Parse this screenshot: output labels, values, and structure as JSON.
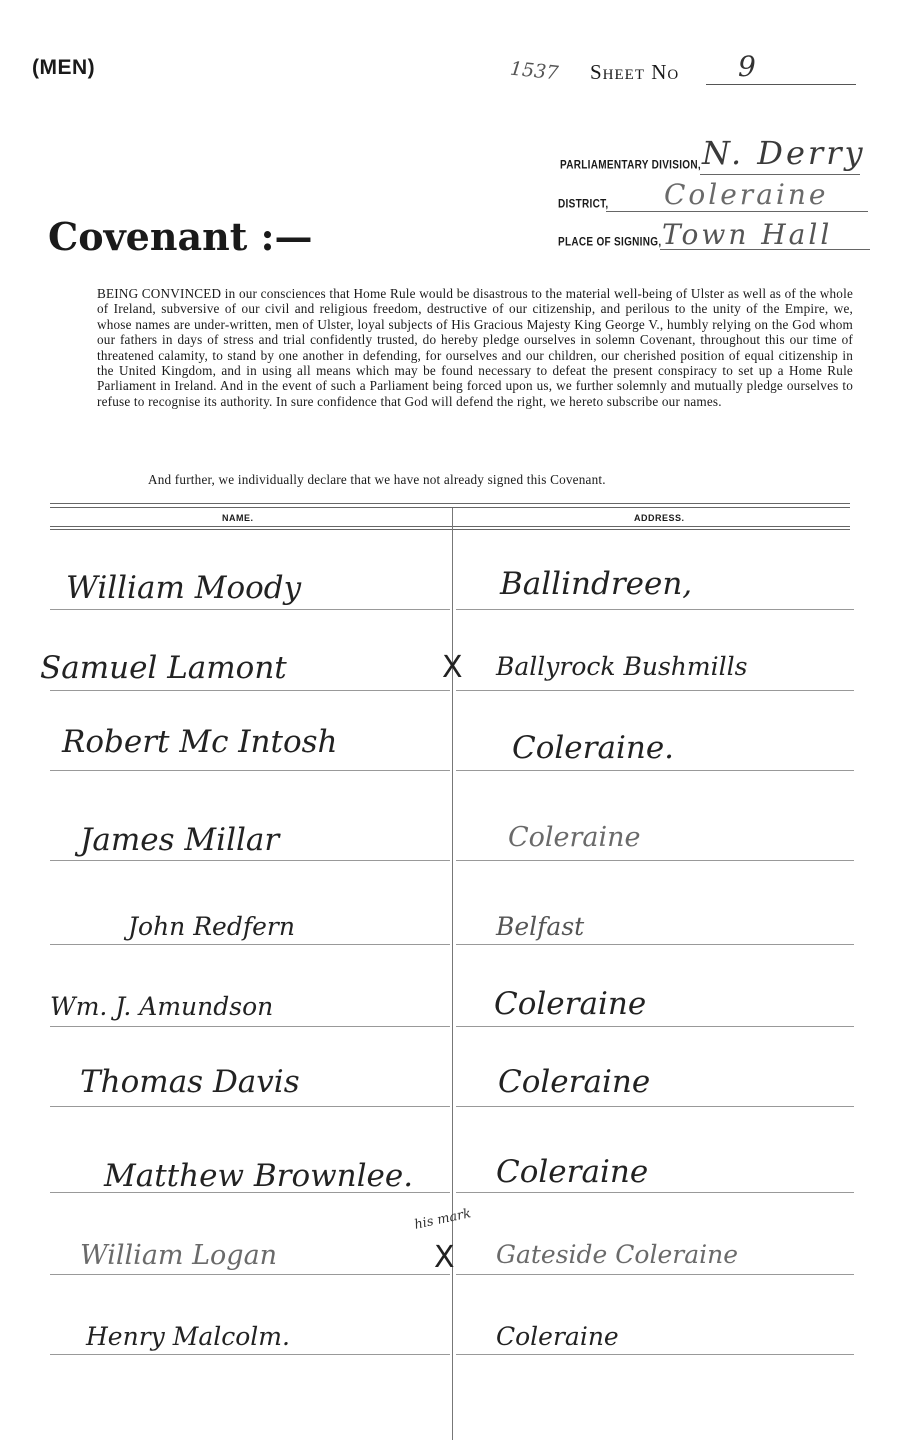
{
  "header": {
    "men_label": "(MEN)",
    "sheet_number_pencil": "1537",
    "sheet_label": "Sheet No",
    "sheet_value": "9"
  },
  "meta": {
    "division_label": "PARLIAMENTARY DIVISION,",
    "division_value": "N. Derry",
    "district_label": "DISTRICT,",
    "district_value": "Coleraine",
    "place_label": "PLACE OF SIGNING,",
    "place_value": "Town Hall"
  },
  "title": "Covenant :—",
  "preamble": "BEING CONVINCED in our consciences that Home Rule would be disastrous to the material well-being of Ulster as well as of the whole of Ireland, subversive of our civil and religious freedom, destructive of our citizenship, and perilous to the unity of the Empire, we, whose names are under-written, men of Ulster, loyal subjects of His Gracious Majesty King George V., humbly relying on the God whom our fathers in days of stress and trial confidently trusted, do hereby pledge ourselves in solemn Covenant, throughout this our time of threatened calamity, to stand by one another in defending, for ourselves and our children, our cherished position of equal citizenship in the United Kingdom, and in using all means which may be found necessary to defeat the present conspiracy to set up a Home Rule Parliament in Ireland. And in the event of such a Parliament being forced upon us, we further solemnly and mutually pledge ourselves to refuse to recognise its authority. In sure confidence that God will defend the right, we hereto subscribe our names.",
  "declaration": "And further, we individually declare that we have not already signed this Covenant.",
  "columns": {
    "name": "NAME.",
    "address": "ADDRESS."
  },
  "signatures": [
    {
      "name": "William Moody",
      "address": "Ballindreen,"
    },
    {
      "name": "Samuel Lamont",
      "mark": "X",
      "address": "Ballyrock Bushmills"
    },
    {
      "name": "Robert Mc Intosh",
      "address": "Coleraine."
    },
    {
      "name": "James Millar",
      "address": "Coleraine"
    },
    {
      "name": "John Redfern",
      "address": "Belfast"
    },
    {
      "name": "Wm. J. Amundson",
      "address": "Coleraine"
    },
    {
      "name": "Thomas Davis",
      "address": "Coleraine"
    },
    {
      "name": "Matthew Brownlee.",
      "address": "Coleraine"
    },
    {
      "name": "William Logan",
      "mark": "X",
      "mark_note": "his mark",
      "address": "Gateside Coleraine"
    },
    {
      "name": "Henry Malcolm.",
      "address": "Coleraine"
    }
  ]
}
